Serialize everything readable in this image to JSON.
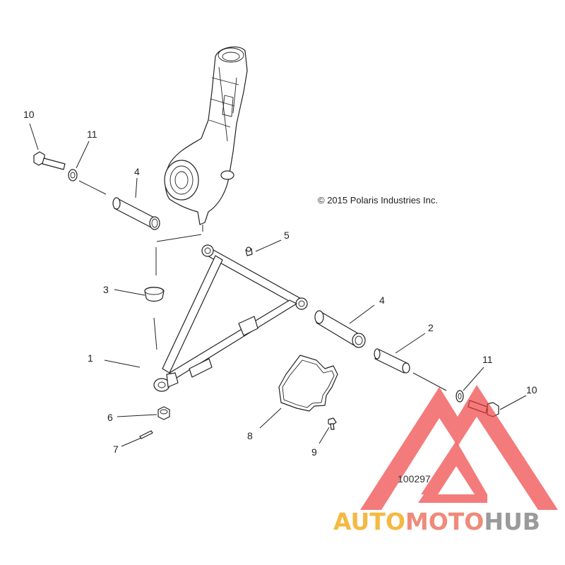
{
  "copyright": "© 2015 Polaris Industries Inc.",
  "drawing_number": "100297",
  "callouts": {
    "c1": "1",
    "c2": "2",
    "c3": "3",
    "c4a": "4",
    "c4b": "4",
    "c5": "5",
    "c6": "6",
    "c7": "7",
    "c8": "8",
    "c9": "9",
    "c10a": "10",
    "c10b": "10",
    "c11a": "11",
    "c11b": "11"
  },
  "watermark": {
    "part1": "AUTO",
    "part2": "MOTO",
    "part3": "HUB",
    "color_auto": "#f5b942",
    "color_moto": "#f08a7a",
    "color_hub": "#9a9a9a",
    "triangle_color": "#f03c3c"
  }
}
